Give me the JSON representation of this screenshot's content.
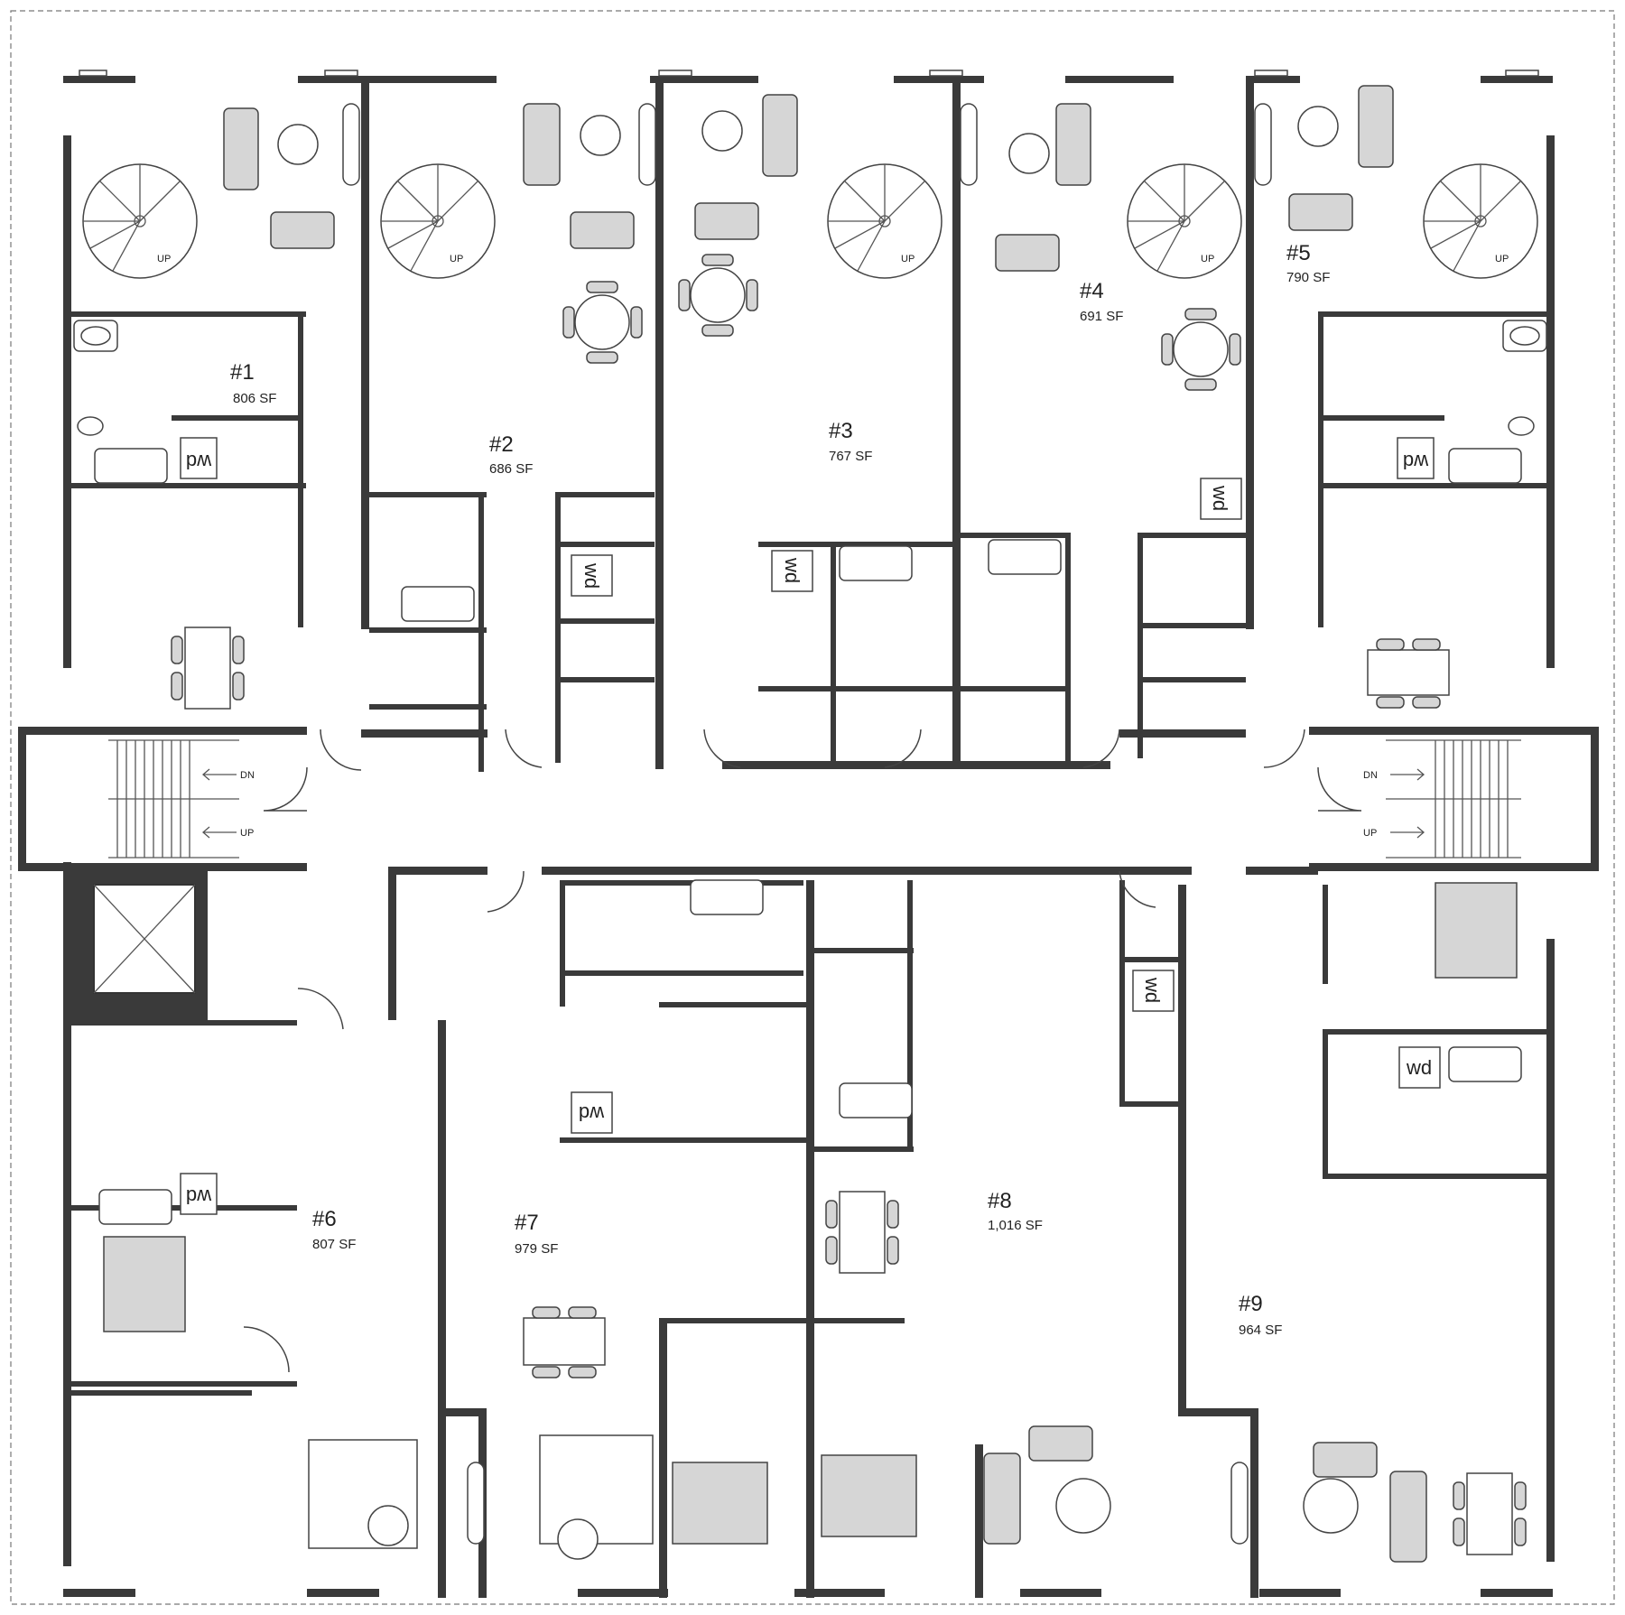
{
  "units": [
    {
      "number": "#1",
      "area": "806 SF"
    },
    {
      "number": "#2",
      "area": "686 SF"
    },
    {
      "number": "#3",
      "area": "767 SF"
    },
    {
      "number": "#4",
      "area": "691 SF"
    },
    {
      "number": "#5",
      "area": "790 SF"
    },
    {
      "number": "#6",
      "area": "807 SF"
    },
    {
      "number": "#7",
      "area": "979 SF"
    },
    {
      "number": "#8",
      "area": "1,016 SF"
    },
    {
      "number": "#9",
      "area": "964 SF"
    }
  ],
  "labels": {
    "up": "UP",
    "down": "DN",
    "washer_dryer": "wd"
  },
  "colors": {
    "wall": "#3a3a3a",
    "line": "#555555",
    "background": "#ffffff"
  }
}
